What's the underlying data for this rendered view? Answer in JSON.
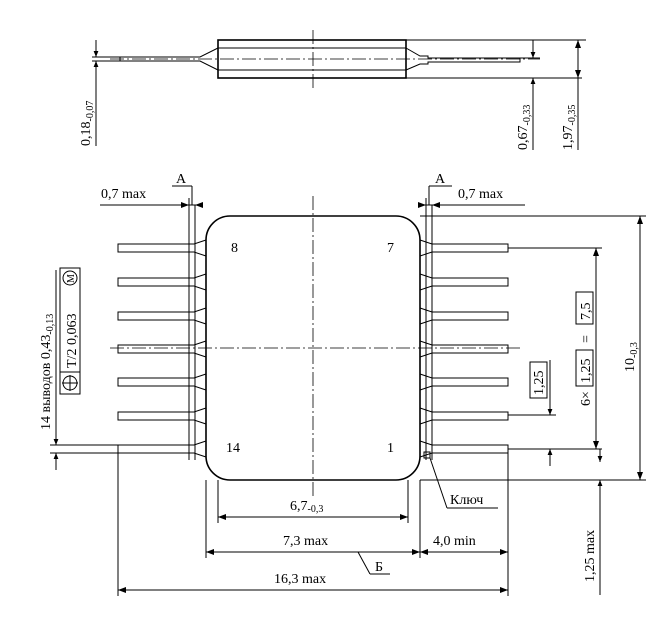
{
  "side_view": {
    "lead_thickness_main": "0,18",
    "lead_thickness_tol": "-0,07",
    "body_thickness_main": "0,67",
    "body_thickness_tol": "-0,33",
    "overall_height_main": "1,97",
    "overall_height_tol": "-0,35"
  },
  "top_view": {
    "pin_label_8": "8",
    "pin_label_7": "7",
    "pin_label_14": "14",
    "pin_label_1": "1",
    "datum_a_left": "А",
    "datum_a_right": "А",
    "lead_protrusion_left": "0,7 max",
    "lead_protrusion_right": "0,7 max",
    "leads_note_prefix": "14 выводов 0,43",
    "leads_note_tol": "-0,13",
    "position_tolerance": "Т/2 0,063",
    "mmc_symbol": "M",
    "body_length_main": "10",
    "body_length_tol": "-0,3",
    "pitch_total_prefix": "6×",
    "pitch_value": "1,25",
    "pitch_equals": "=",
    "pitch_total": "7,5",
    "pitch_single": "1,25",
    "body_width_main": "6,7",
    "body_width_tol": "-0,3",
    "key_label": "Ключ",
    "body_width_max": "7,3 max",
    "lead_length_min": "4,0 min",
    "datum_b": "Б",
    "overall_width_max": "16,3 max",
    "edge_offset_max": "1,25 max"
  }
}
